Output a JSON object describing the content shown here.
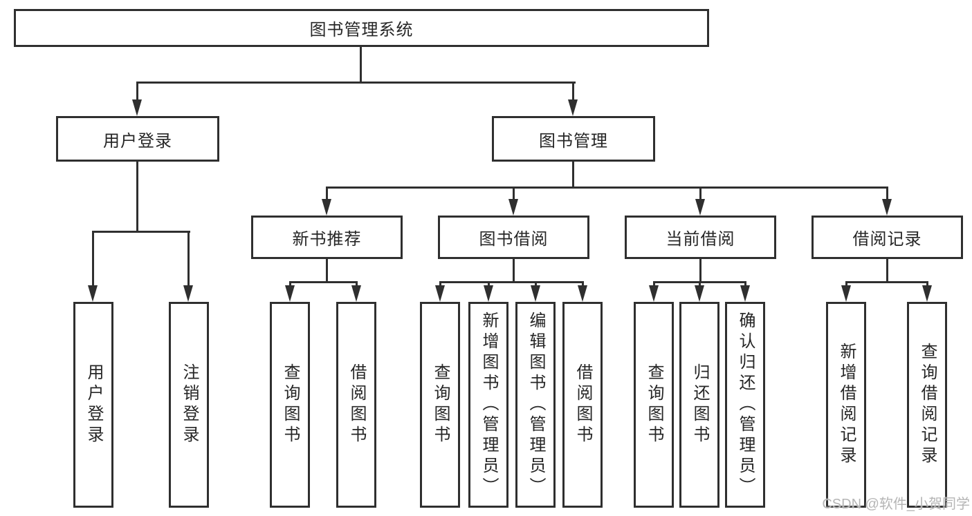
{
  "diagram": {
    "title_node": {
      "label": "图书管理系统"
    },
    "level2": [
      {
        "label": "用户登录"
      },
      {
        "label": "图书管理"
      }
    ],
    "categories": [
      {
        "label": "新书推荐"
      },
      {
        "label": "图书借阅"
      },
      {
        "label": "当前借阅"
      },
      {
        "label": "借阅记录"
      }
    ],
    "leaves": {
      "user_login": [
        {
          "label": "用户登录"
        },
        {
          "label": "注销登录"
        }
      ],
      "new_book": [
        {
          "label": "查询图书"
        },
        {
          "label": "借阅图书"
        }
      ],
      "book_borrow": [
        {
          "label": "查询图书"
        },
        {
          "label": "新增图书（管理员）"
        },
        {
          "label": "编辑图书（管理员）"
        },
        {
          "label": "借阅图书"
        }
      ],
      "current_borrow": [
        {
          "label": "查询图书"
        },
        {
          "label": "归还图书"
        },
        {
          "label": "确认归还（管理员）"
        }
      ],
      "borrow_record": [
        {
          "label": "新增借阅记录"
        },
        {
          "label": "查询借阅记录"
        }
      ]
    }
  },
  "watermark": {
    "text": "CSDN @软件_小贺同学"
  },
  "colors": {
    "line": "#2f2f2f",
    "text": "#262626",
    "watermark": "#b5b5b5",
    "background": "#ffffff"
  }
}
